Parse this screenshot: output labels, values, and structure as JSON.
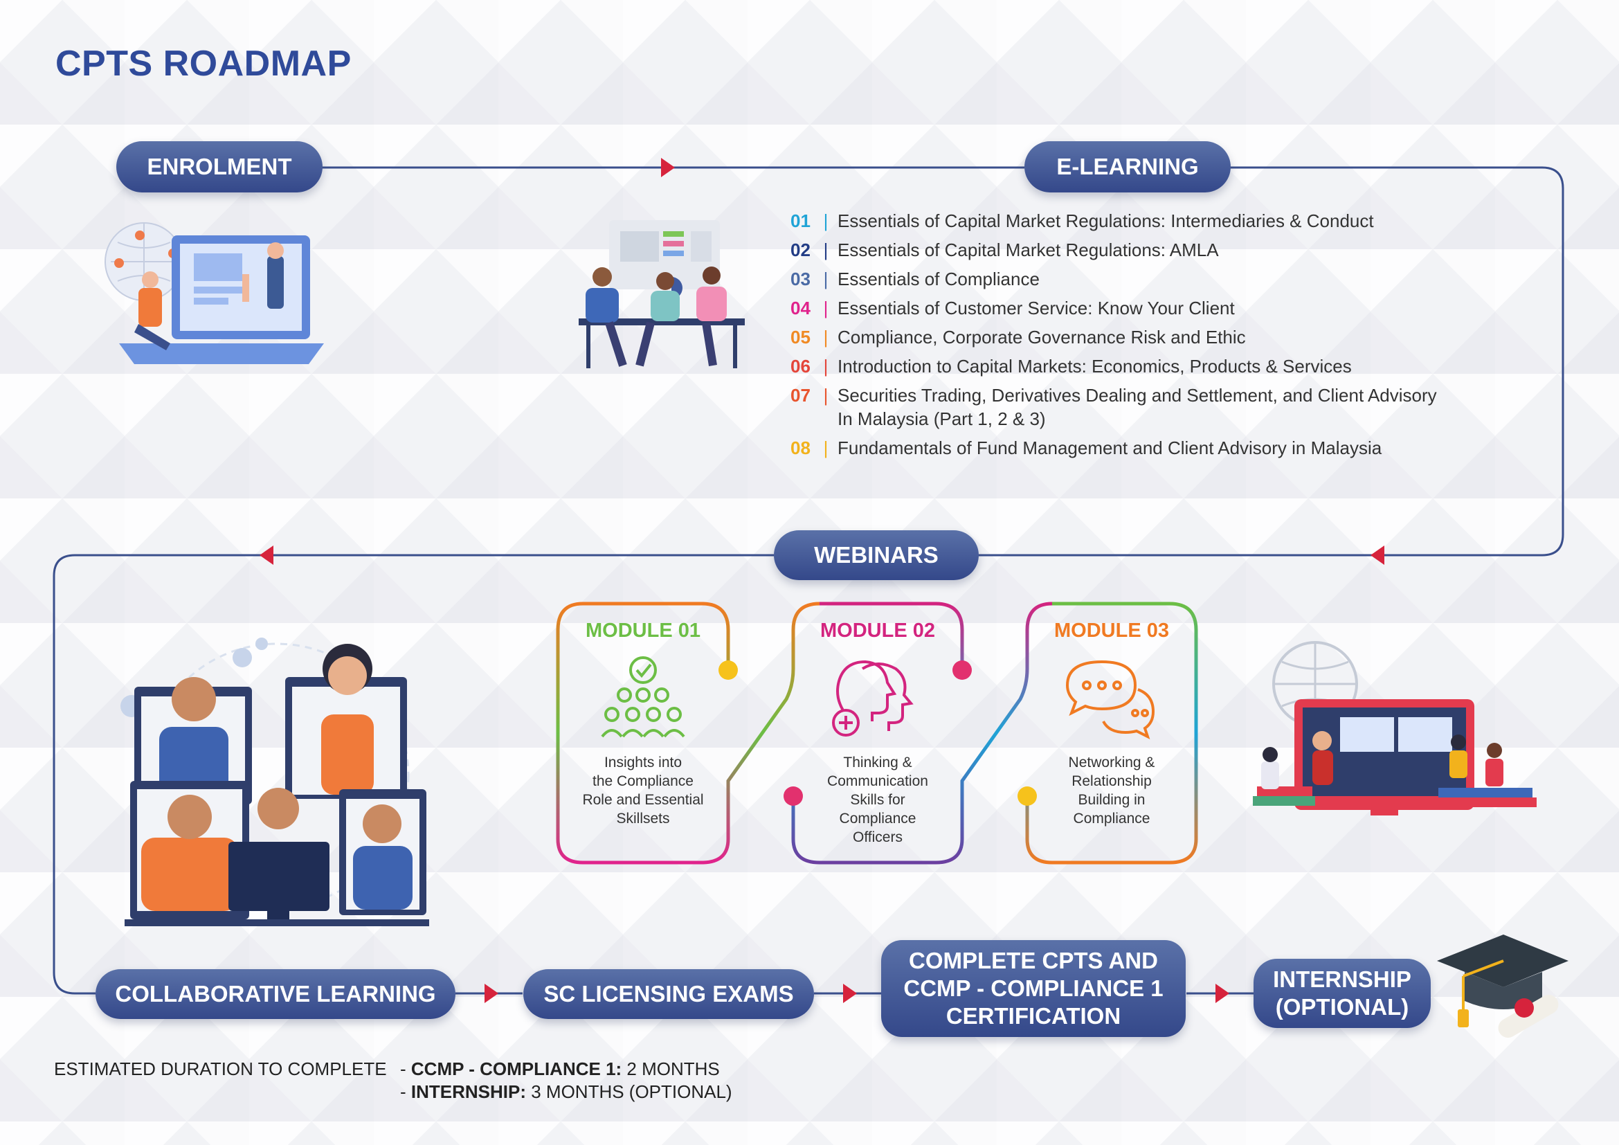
{
  "title": "CPTS ROADMAP",
  "steps": {
    "enrolment": "ENROLMENT",
    "elearning": "E-LEARNING",
    "webinars": "WEBINARS",
    "collaborative": "COLLABORATIVE LEARNING",
    "exams": "SC LICENSING EXAMS",
    "complete": [
      "COMPLETE CPTS AND",
      "CCMP - COMPLIANCE 1",
      "CERTIFICATION"
    ],
    "internship": [
      "INTERNSHIP",
      "(OPTIONAL)"
    ]
  },
  "elearning_modules": [
    {
      "num": "01",
      "color": "#1fa3d6",
      "lines": [
        "Essentials of Capital Market Regulations: Intermediaries & Conduct"
      ]
    },
    {
      "num": "02",
      "color": "#233d86",
      "lines": [
        "Essentials of Capital Market Regulations: AMLA"
      ]
    },
    {
      "num": "03",
      "color": "#4a6aa5",
      "lines": [
        "Essentials of Compliance"
      ]
    },
    {
      "num": "04",
      "color": "#e0238c",
      "lines": [
        "Essentials of Customer Service: Know Your Client"
      ]
    },
    {
      "num": "05",
      "color": "#f08a24",
      "lines": [
        "Compliance, Corporate Governance Risk and Ethic"
      ]
    },
    {
      "num": "06",
      "color": "#e4453a",
      "lines": [
        "Introduction to Capital Markets: Economics, Products & Services"
      ]
    },
    {
      "num": "07",
      "color": "#e8542e",
      "lines": [
        "Securities Trading, Derivatives Dealing and  Settlement, and Client Advisory",
        "In Malaysia (Part 1, 2 & 3)"
      ]
    },
    {
      "num": "08",
      "color": "#f2b21c",
      "lines": [
        "Fundamentals of Fund Management and Client Advisory in Malaysia"
      ]
    }
  ],
  "webinar_modules": [
    {
      "title": "MODULE 01",
      "color": "#6cbe45",
      "desc": [
        "Insights into",
        "the Compliance",
        "Role and Essential",
        "Skillsets"
      ],
      "icon": "team-check-icon"
    },
    {
      "title": "MODULE 02",
      "color": "#d3247f",
      "desc": [
        "Thinking &",
        "Communication",
        "Skills for",
        "Compliance",
        "Officers"
      ],
      "icon": "heads-plus-icon"
    },
    {
      "title": "MODULE 03",
      "color": "#f07a22",
      "desc": [
        "Networking &",
        "Relationship",
        "Building in",
        "Compliance"
      ],
      "icon": "chat-bubbles-icon"
    }
  ],
  "duration": {
    "label": "ESTIMATED DURATION TO COMPLETE",
    "line1_bold": "CCMP - COMPLIANCE 1:",
    "line1_rest": " 2 MONTHS",
    "line2_bold": "INTERNSHIP:",
    "line2_rest": " 3 MONTHS (OPTIONAL)",
    "dash": "- "
  },
  "colors": {
    "navy": "#2f4a9a",
    "line": "#3a4f8c",
    "arrow": "#d6233c"
  }
}
